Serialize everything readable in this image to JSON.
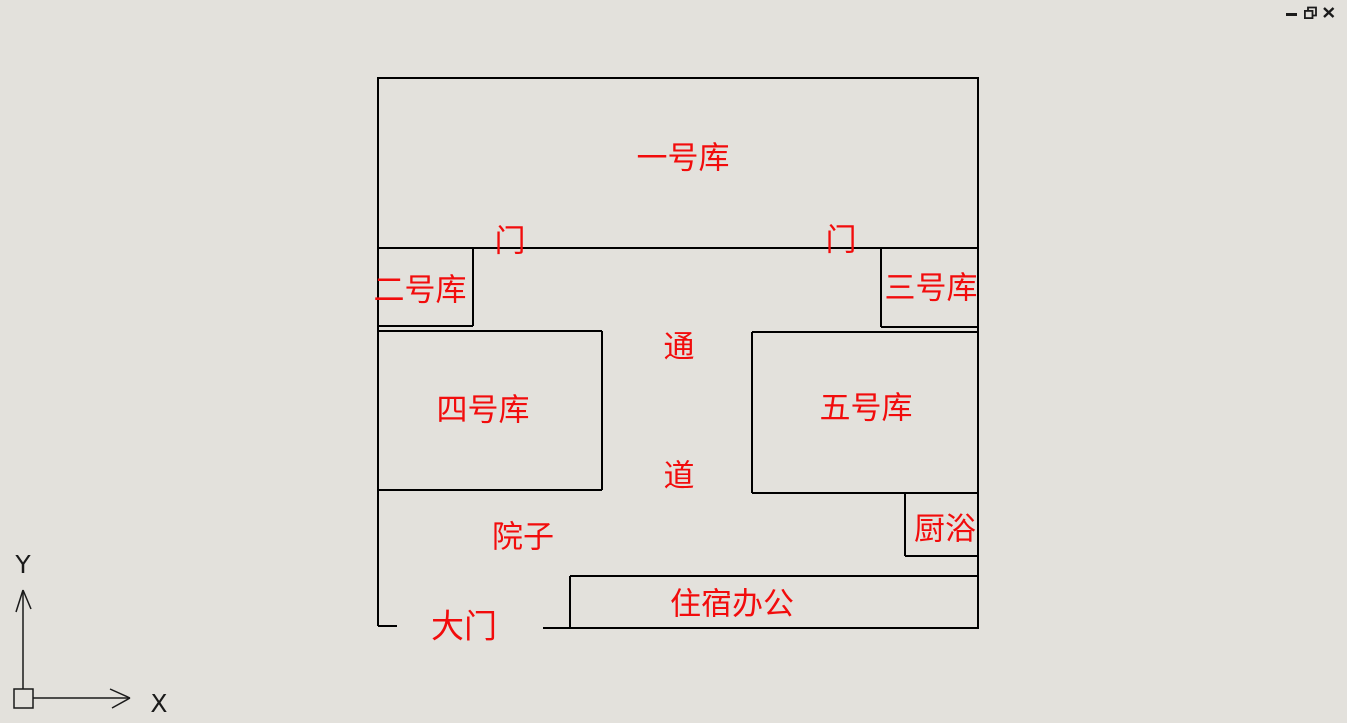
{
  "titlebar": {
    "controls": [
      {
        "name": "minimize",
        "icon": "minimize-dash"
      },
      {
        "name": "restore-down",
        "icon": "overlapping-windows"
      },
      {
        "name": "close",
        "icon": "x-cross"
      }
    ]
  },
  "colors": {
    "background": "#e3e1dc",
    "line": "#000000",
    "label_text": "#f20c0c"
  },
  "plan": {
    "labels": {
      "warehouse1": "一号库",
      "door_left": "门",
      "door_right": "门",
      "warehouse2": "二号库",
      "warehouse3": "三号库",
      "warehouse4": "四号库",
      "warehouse5": "五号库",
      "passage_char1": "通",
      "passage_char2": "道",
      "courtyard": "院子",
      "kitchen_bath": "厨浴",
      "lodging_office": "住宿办公",
      "main_gate": "大门"
    }
  },
  "ucs": {
    "x_label": "X",
    "y_label": "Y"
  }
}
